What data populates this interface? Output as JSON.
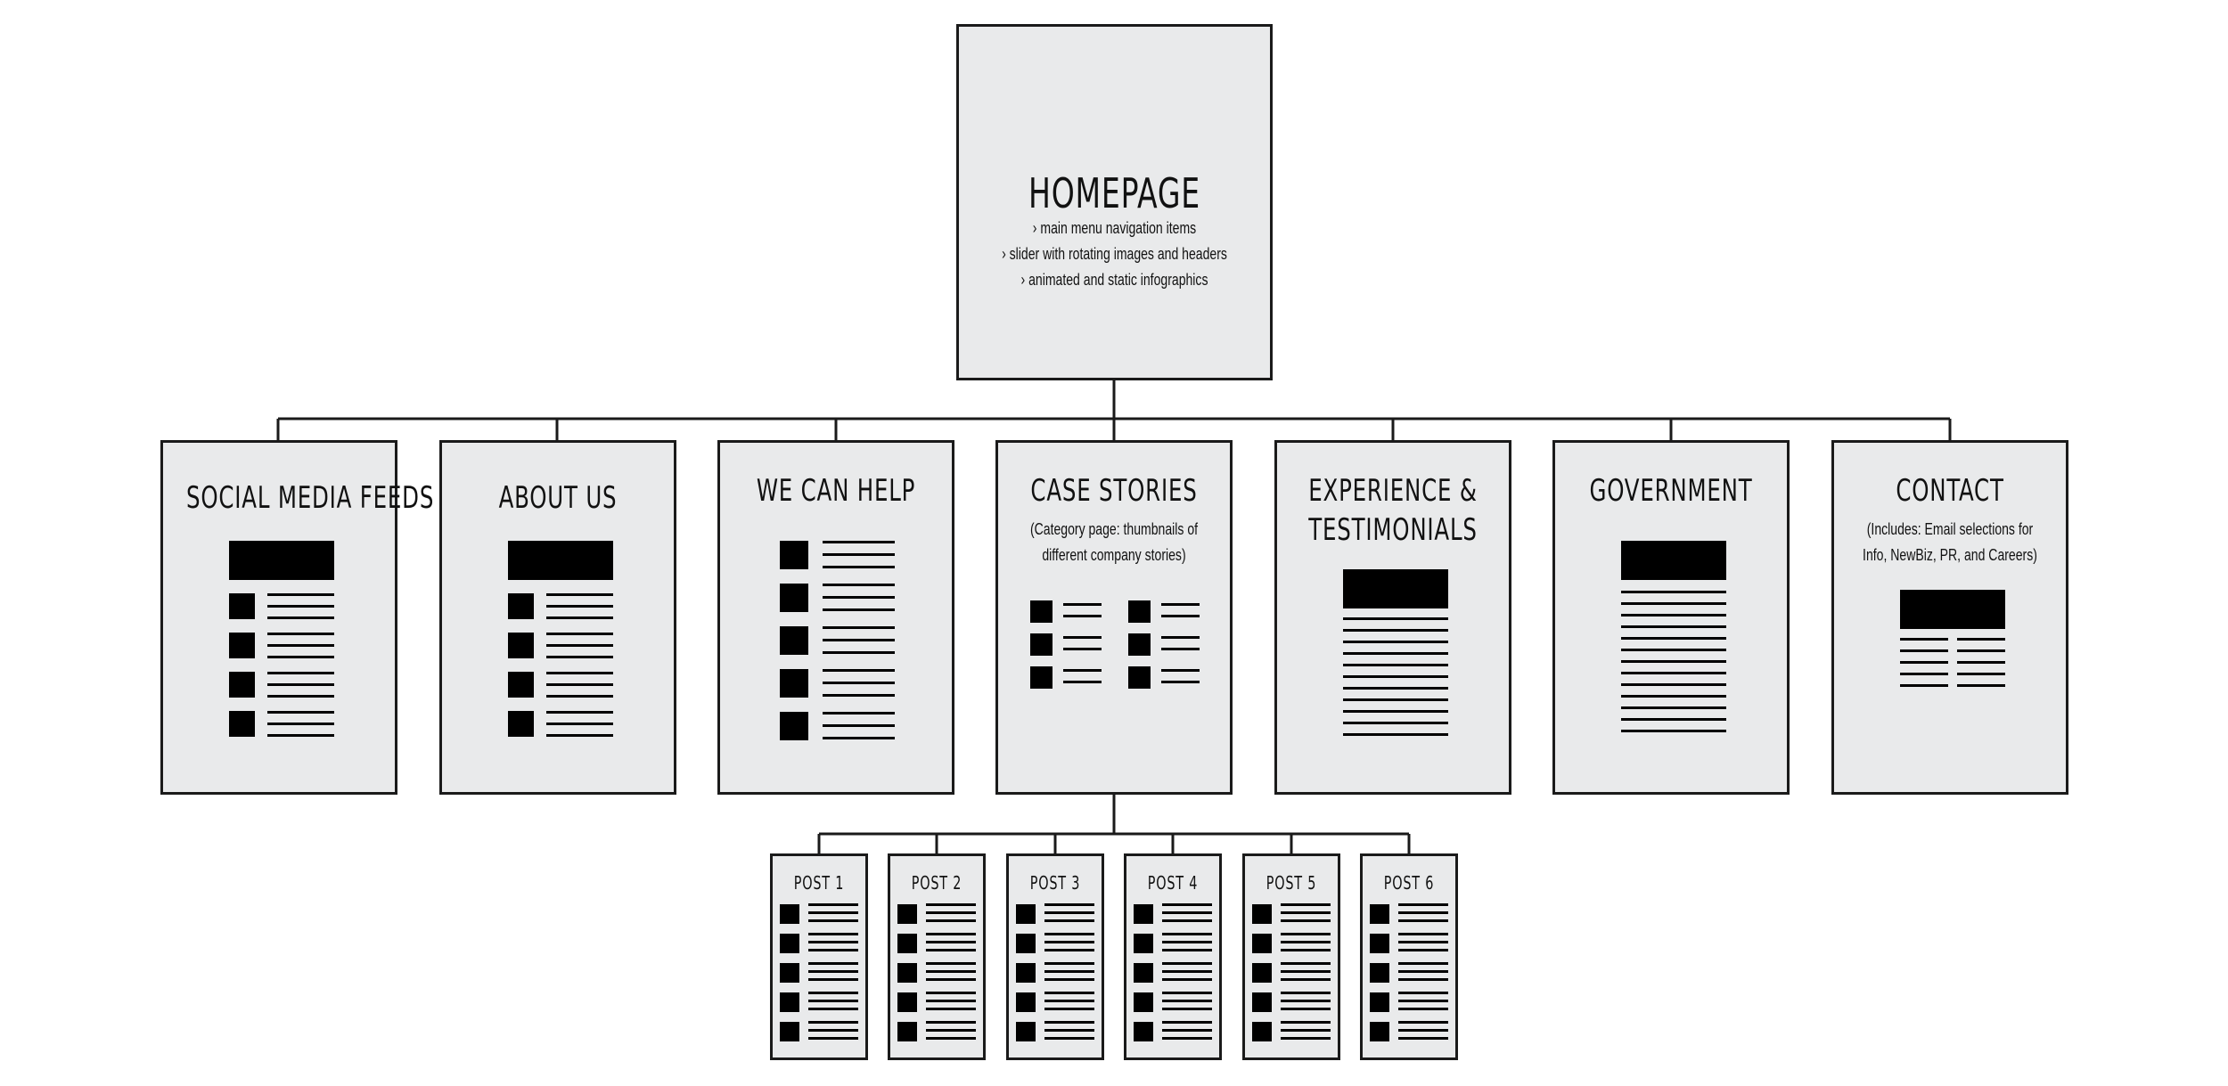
{
  "homepage": {
    "title": "HOMEPAGE",
    "bullets": [
      "› main menu navigation items",
      "› slider with rotating images and headers",
      "› animated and static infographics"
    ]
  },
  "sections": [
    {
      "title": "SOCIAL MEDIA FEEDS"
    },
    {
      "title": "ABOUT US"
    },
    {
      "title": "WE CAN HELP"
    },
    {
      "title": "CASE STORIES",
      "note_line1": "(Category page: thumbnails of",
      "note_line2": "different company stories)"
    },
    {
      "title_line1": "EXPERIENCE &",
      "title_line2": "TESTIMONIALS"
    },
    {
      "title": "GOVERNMENT"
    },
    {
      "title": "CONTACT",
      "note_line1": "(Includes: Email selections for",
      "note_line2": "Info, NewBiz, PR, and Careers)"
    }
  ],
  "posts": [
    "POST 1",
    "POST 2",
    "POST 3",
    "POST 4",
    "POST 5",
    "POST 6"
  ],
  "colors": {
    "box_fill": "#e9eaeb",
    "stroke": "#1a1a1a",
    "icon": "#000000"
  }
}
